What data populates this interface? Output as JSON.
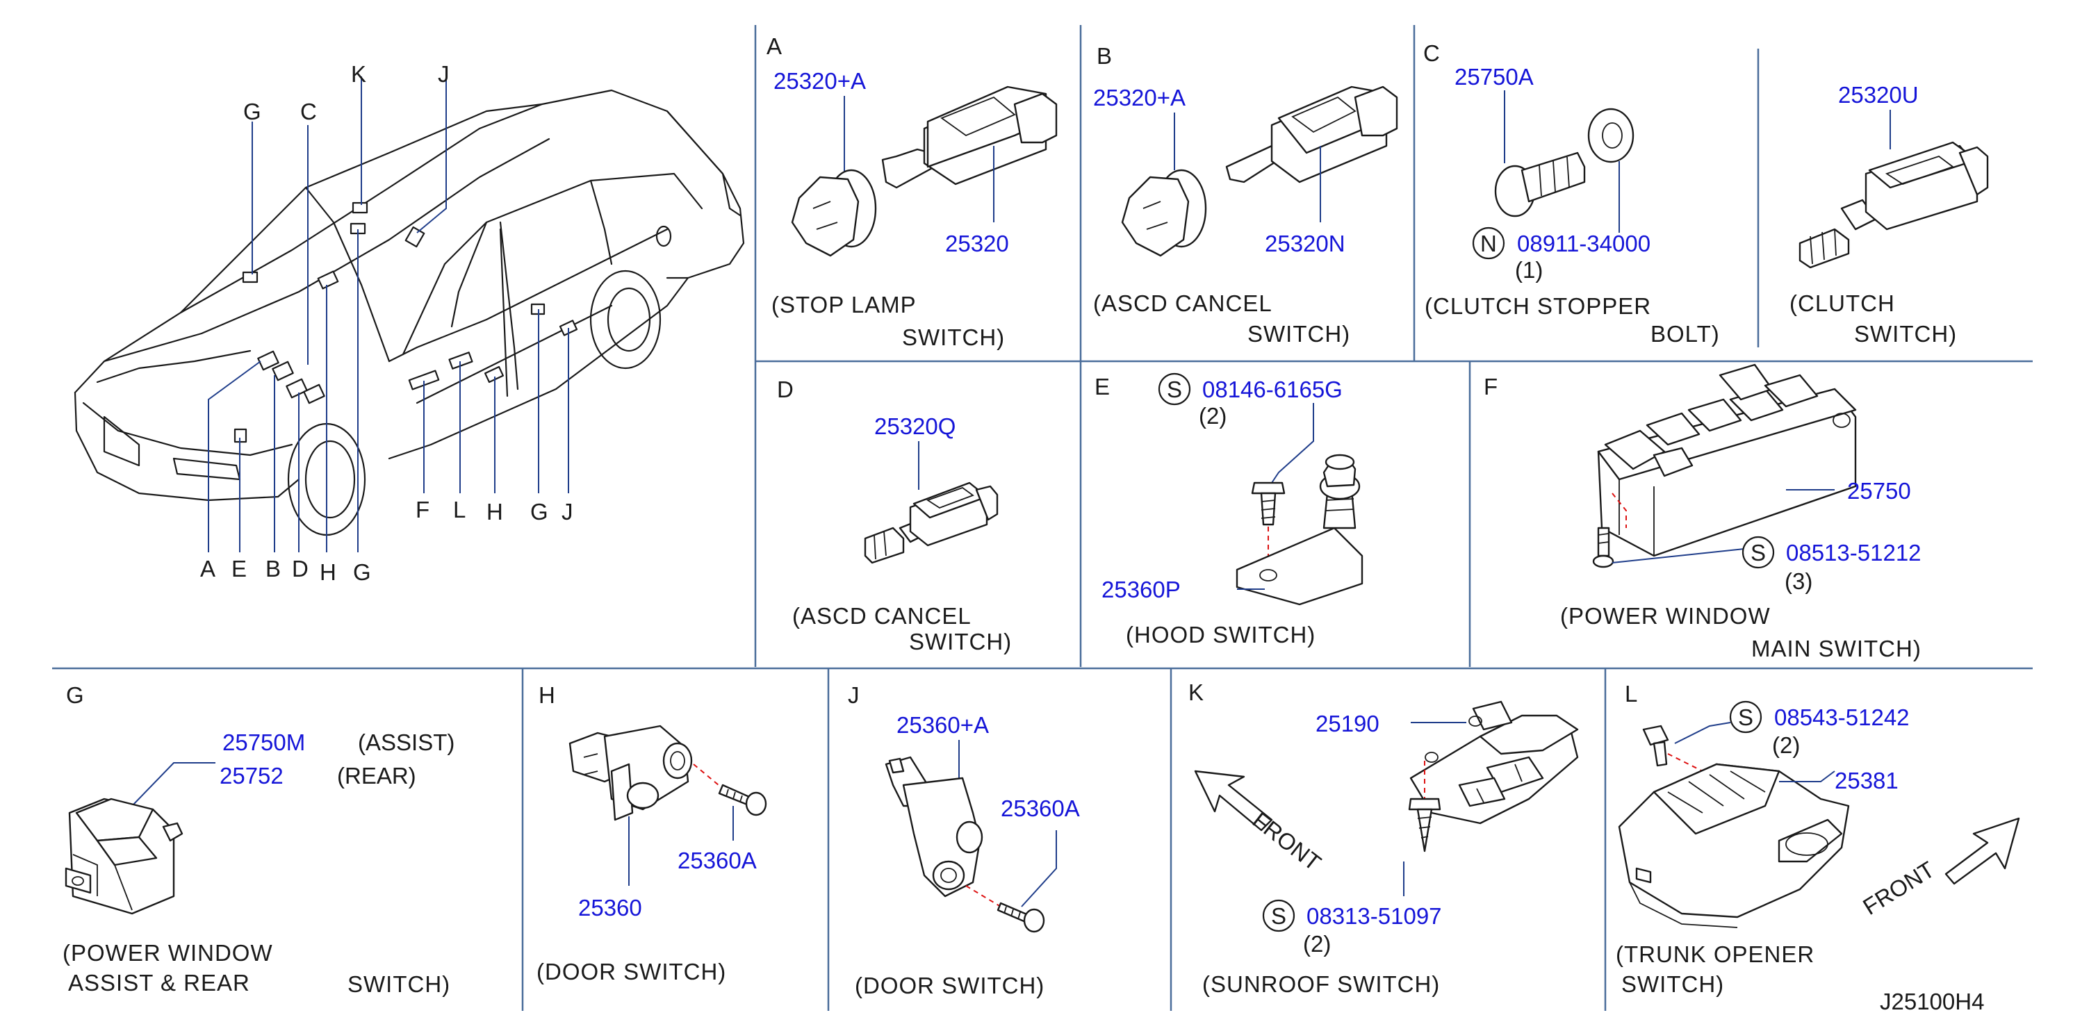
{
  "overview": {
    "top_letters": [
      "G",
      "C",
      "K",
      "J"
    ],
    "bottom_letters": [
      "A",
      "E",
      "B",
      "D",
      "H",
      "G",
      "F",
      "L",
      "H",
      "G",
      "J"
    ]
  },
  "panels": {
    "A": {
      "letter": "A",
      "parts": [
        "25320+A",
        "25320"
      ],
      "caption": [
        "(STOP   LAMP",
        "SWITCH)"
      ]
    },
    "B": {
      "letter": "B",
      "parts": [
        "25320+A",
        "25320N"
      ],
      "caption": [
        "(ASCD   CANCEL",
        "SWITCH)"
      ]
    },
    "C": {
      "letter": "C",
      "parts": [
        "25750A",
        "08911-34000",
        "25320U"
      ],
      "symbol": "N",
      "qty": "(1)",
      "caption": [
        "(CLUTCH   STOPPER",
        "BOLT)"
      ],
      "caption2": [
        "(CLUTCH",
        "SWITCH)"
      ]
    },
    "D": {
      "letter": "D",
      "parts": [
        "25320Q"
      ],
      "caption": [
        "(ASCD   CANCEL",
        "SWITCH)"
      ]
    },
    "E": {
      "letter": "E",
      "parts": [
        "08146-6165G",
        "25360P"
      ],
      "symbol": "S",
      "qty": "(2)",
      "caption": [
        "(HOOD    SWITCH)"
      ]
    },
    "F": {
      "letter": "F",
      "parts": [
        "25750",
        "08513-51212"
      ],
      "symbol": "S",
      "qty": "(3)",
      "caption": [
        "(POWER   WINDOW",
        "MAIN    SWITCH)"
      ]
    },
    "G": {
      "letter": "G",
      "parts": [
        "25750M",
        "25752"
      ],
      "notes": [
        "(ASSIST)",
        "(REAR)"
      ],
      "caption": [
        "(POWER   WINDOW",
        "ASSIST   &   REAR",
        "SWITCH)"
      ]
    },
    "H": {
      "letter": "H",
      "parts": [
        "25360",
        "25360A"
      ],
      "caption": [
        "(DOOR     SWITCH)"
      ]
    },
    "J": {
      "letter": "J",
      "parts": [
        "25360+A",
        "25360A"
      ],
      "caption": [
        "(DOOR     SWITCH)"
      ]
    },
    "K": {
      "letter": "K",
      "parts": [
        "25190",
        "08313-51097"
      ],
      "symbol": "S",
      "qty": "(2)",
      "front": "FRONT",
      "caption": [
        "(SUNROOF      SWITCH)"
      ]
    },
    "L": {
      "letter": "L",
      "parts": [
        "08543-51242",
        "25381"
      ],
      "symbol": "S",
      "qty": "(2)",
      "front": "FRONT",
      "caption": [
        "(TRUNK   OPENER",
        "SWITCH)"
      ]
    }
  },
  "diagram_code": "J25100H4",
  "colors": {
    "part_number": "#1515d8",
    "grid": "#4a6d9a",
    "leader": "#1f3d8a",
    "dashed": "#d11111"
  }
}
